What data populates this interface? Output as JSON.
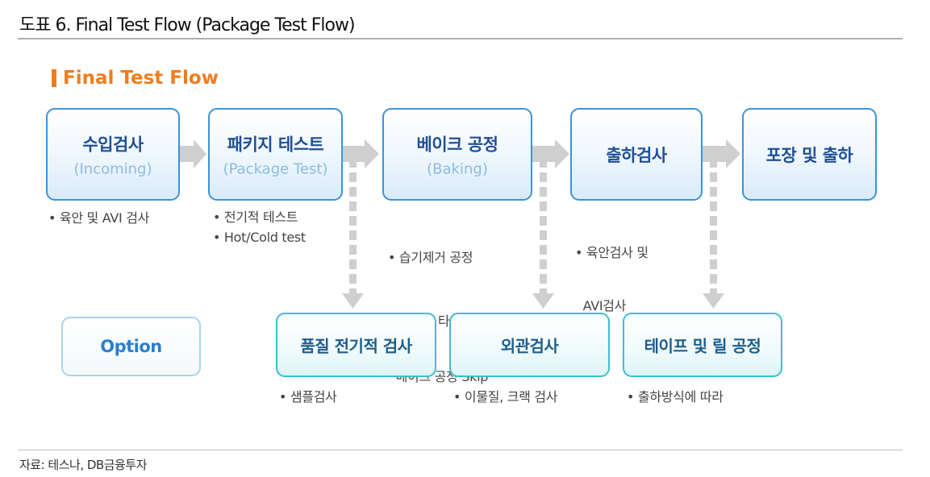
{
  "figure_title": "도표 6. Final Test Flow (Package Test Flow)",
  "section_title": "Final Test Flow",
  "source": "자료: 테스나, DB금융투자",
  "main_steps": [
    {
      "name": "수입검사",
      "sub": "(Incoming)",
      "notes": [
        "• 육안 및 AVI 검사"
      ]
    },
    {
      "name": "패키지 테스트",
      "sub": "(Package Test)",
      "notes": [
        "• 전기적 테스트",
        "• Hot/Cold test"
      ]
    },
    {
      "name": "베이크 공정",
      "sub": "(Baking)",
      "notes": [
        "• 습기제거 공정",
        "• 패키지 타입에 따라",
        "  베이크 공정 Skip"
      ]
    },
    {
      "name": "출하검사",
      "sub": "",
      "notes": [
        "• 육안검사 및",
        "  AVI검사"
      ]
    },
    {
      "name": "포장 및 출하",
      "sub": "",
      "notes": []
    }
  ],
  "option_label": "Option",
  "option_steps": [
    {
      "name": "품질 전기적 검사",
      "notes": [
        "• 샘플검사"
      ]
    },
    {
      "name": "외관검사",
      "notes": [
        "• 이물질, 크랙 검사"
      ]
    },
    {
      "name": "테이프 및 릴 공정",
      "notes": [
        "• 출하방식에 따라"
      ]
    }
  ],
  "colors": {
    "accent": "#f07d1e",
    "box_border": "#3f92d6",
    "option_border": "#3bbfcf",
    "arrow": "#cfcfcf"
  }
}
